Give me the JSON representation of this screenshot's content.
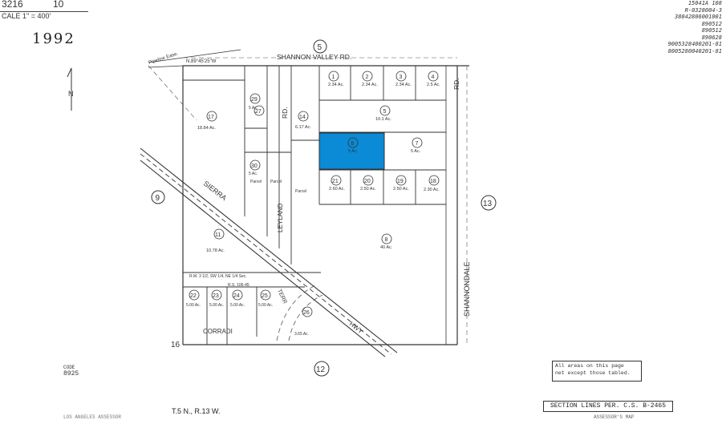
{
  "header": {
    "book": "3216",
    "page": "10",
    "scale": "CALE 1\" = 400'",
    "year": "1992"
  },
  "north": "N",
  "roads": {
    "shannon_valley": "SHANNON VALLEY RD.",
    "road_east": "RD.",
    "road_west": "RD.",
    "sierra_hwy": "SIERRA",
    "hwy": "HWY",
    "shannondale": "SHANNONDALE",
    "leyland": "LEYLAND",
    "corradi": "CORRADI",
    "terr": "TERR"
  },
  "sections": {
    "north": "5",
    "west": "9",
    "east": "13",
    "south": "12",
    "sw_corner": "16"
  },
  "bearing": "N.89°45'25\"W",
  "pipeline": "Pipeline Ease.",
  "parcels": [
    {
      "num": "1",
      "area": "2.34 Ac."
    },
    {
      "num": "2",
      "area": "2.34 Ac."
    },
    {
      "num": "3",
      "area": "2.34 Ac."
    },
    {
      "num": "4",
      "area": "2.5 Ac."
    },
    {
      "num": "5",
      "area": "10.1 Ac."
    },
    {
      "num": "6",
      "area": "5 Ac."
    },
    {
      "num": "7",
      "area": "5 Ac."
    },
    {
      "num": "8",
      "area": "40 Ac."
    },
    {
      "num": "11",
      "area": "10.78 Ac."
    },
    {
      "num": "14",
      "area": "6.17 Ac."
    },
    {
      "num": "17",
      "area": "18.84 Ac."
    },
    {
      "num": "18",
      "area": "2.30 Ac."
    },
    {
      "num": "19",
      "area": "2.50 Ac."
    },
    {
      "num": "20",
      "area": "2.50 Ac."
    },
    {
      "num": "21",
      "area": "2.60 Ac."
    },
    {
      "num": "22",
      "area": "5.00 Ac."
    },
    {
      "num": "23",
      "area": "5.00 Ac."
    },
    {
      "num": "24",
      "area": "5.00 Ac."
    },
    {
      "num": "25",
      "area": "5.00 Ac."
    },
    {
      "num": "26",
      "area": "3.65 Ac."
    },
    {
      "num": "27",
      "area": ""
    },
    {
      "num": "29",
      "area": "5 Ac."
    },
    {
      "num": "30",
      "area": "5 Ac."
    }
  ],
  "labels": {
    "parcel_a": "Parcel",
    "parcel_b": "Parcel",
    "parcel_c": "Parcel",
    "rm": "R.M. 3 1/2, SW 1/4, NE 1/4 Sec.",
    "rs": "R.S. 106-45",
    "code_label": "CODE",
    "code": "8925",
    "township": "T.5 N., R.13 W.",
    "section_lines": "SECTION LINES PER. C.S. B-2465",
    "note_line1": "All areas on this page",
    "note_line2": "net except those tabled.",
    "assessor": "ASSESSOR'S MAP",
    "footer_left": "LOS ANGELES ASSESSOR"
  },
  "references": [
    "15041A 108",
    "R-0328004-3",
    "38042806001001",
    "890512",
    "890512",
    "890628",
    "9005328400201-81",
    "8005280040201-81"
  ],
  "highlight": {
    "parcel": "6",
    "color": "#0b8ad6"
  }
}
